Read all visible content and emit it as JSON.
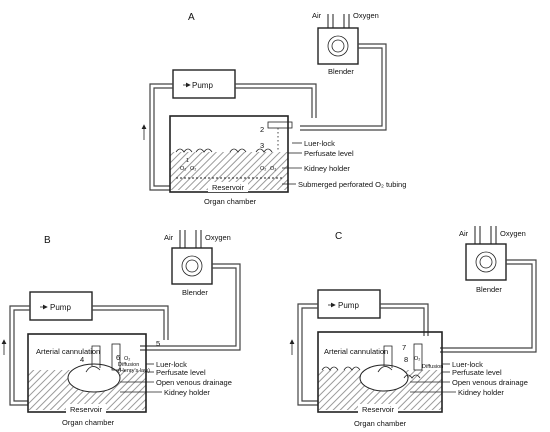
{
  "colors": {
    "line": "#222222",
    "pipe": "#444444",
    "hatch": "#9a9a9a",
    "background": "#ffffff"
  },
  "panels": [
    {
      "id": "A",
      "panel_label": "A",
      "gas_inputs": {
        "air": "Air",
        "oxygen": "Oxygen"
      },
      "blender_label": "Blender",
      "pump_label": "Pump",
      "reservoir_label": "Reservoir",
      "chamber_label": "Organ chamber",
      "numbers": {
        "n1": "1",
        "n2": "2",
        "n3": "3"
      },
      "o2_labels": [
        "O₂",
        "O₂",
        "O₂",
        "O₂"
      ],
      "callouts": {
        "luer_lock": "Luer-lock",
        "perfusate_level": "Perfusate level",
        "kidney_holder": "Kidney holder",
        "o2_tubing": "Submerged perforated O₂ tubing"
      }
    },
    {
      "id": "B",
      "panel_label": "B",
      "gas_inputs": {
        "air": "Air",
        "oxygen": "Oxygen"
      },
      "blender_label": "Blender",
      "pump_label": "Pump",
      "reservoir_label": "Reservoir",
      "chamber_label": "Organ chamber",
      "numbers": {
        "n4": "4",
        "n5": "5",
        "n6": "6"
      },
      "o2_label": "O₂",
      "diffusion_label": "Diffusion",
      "henry_label": "(Henry's law)",
      "callouts": {
        "arterial_cannulation": "Arterial cannulation",
        "luer_lock": "Luer-lock",
        "perfusate_level": "Perfusate level",
        "open_venous_drainage": "Open venous drainage",
        "kidney_holder": "Kidney holder"
      }
    },
    {
      "id": "C",
      "panel_label": "C",
      "gas_inputs": {
        "air": "Air",
        "oxygen": "Oxygen"
      },
      "blender_label": "Blender",
      "pump_label": "Pump",
      "reservoir_label": "Reservoir",
      "chamber_label": "Organ chamber",
      "numbers": {
        "n7": "7",
        "n8": "8"
      },
      "o2_label": "O₂",
      "diffusion_label": "Diffusion",
      "callouts": {
        "arterial_cannulation": "Arterial cannulation",
        "luer_lock": "Luer-lock",
        "perfusate_level": "Perfusate level",
        "open_venous_drainage": "Open venous drainage",
        "kidney_holder": "Kidney holder"
      }
    }
  ]
}
